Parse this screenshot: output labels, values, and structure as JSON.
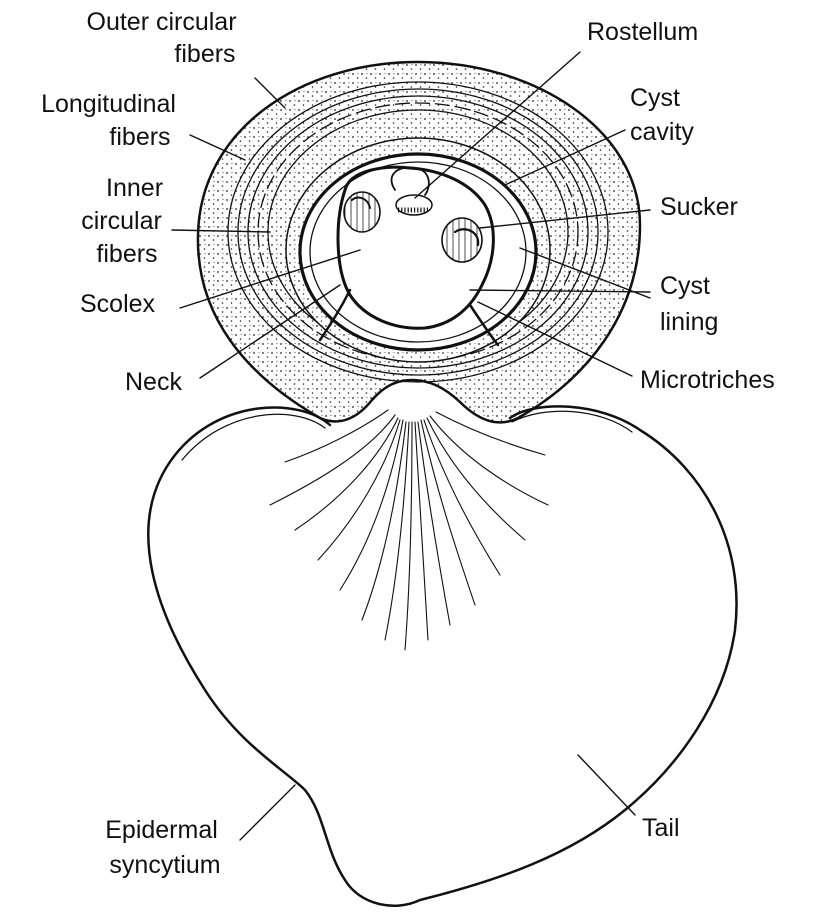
{
  "diagram": {
    "labels": {
      "outer_circular_fibers": [
        "Outer circular",
        "fibers"
      ],
      "longitudinal_fibers": [
        "Longitudinal",
        "fibers"
      ],
      "inner_circular_fibers": [
        "Inner",
        "circular",
        "fibers"
      ],
      "scolex": "Scolex",
      "neck": "Neck",
      "rostellum": "Rostellum",
      "cyst_cavity": [
        "Cyst",
        "cavity"
      ],
      "sucker": "Sucker",
      "cyst_lining": [
        "Cyst",
        "lining"
      ],
      "microtriches": "Microtriches",
      "epidermal_syncytium": [
        "Epidermal",
        "syncytium"
      ],
      "tail": "Tail"
    }
  }
}
